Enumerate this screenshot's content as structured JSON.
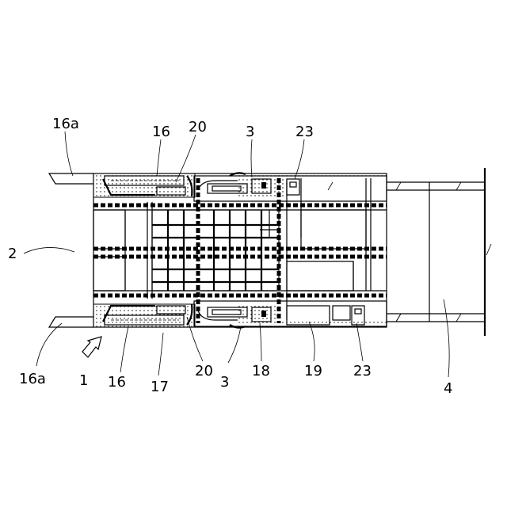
{
  "labels": {
    "l16a_top": "16a",
    "l16_top": "16",
    "l20_top": "20",
    "l3_top": "3",
    "l23_top": "23",
    "l2": "2",
    "l16a_bot": "16a",
    "l1": "1",
    "l16_bot": "16",
    "l17": "17",
    "l20_bot": "20",
    "l3_bot": "3",
    "l18": "18",
    "l19": "19",
    "l23_bot": "23",
    "l4": "4"
  }
}
